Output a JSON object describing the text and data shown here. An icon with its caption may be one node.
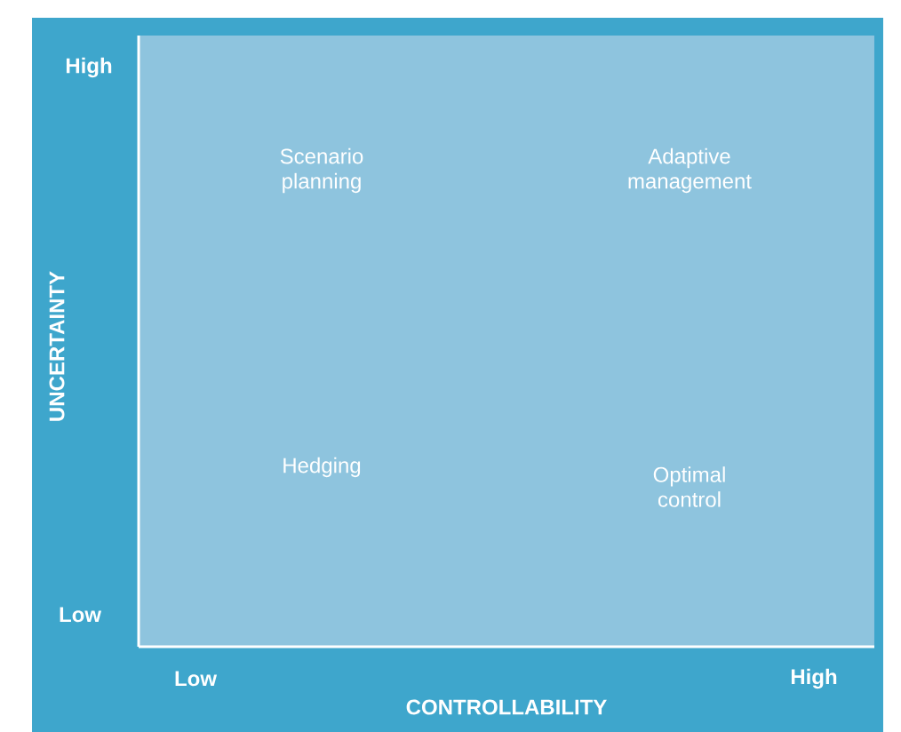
{
  "diagram": {
    "labels": [
      "High",
      "Scenario planning",
      "Adaptive management",
      "UNCERTAINTY",
      "Hedging",
      "Optimal control",
      "Low",
      "Low",
      "High",
      "CONTROLLABILITY"
    ]
  }
}
